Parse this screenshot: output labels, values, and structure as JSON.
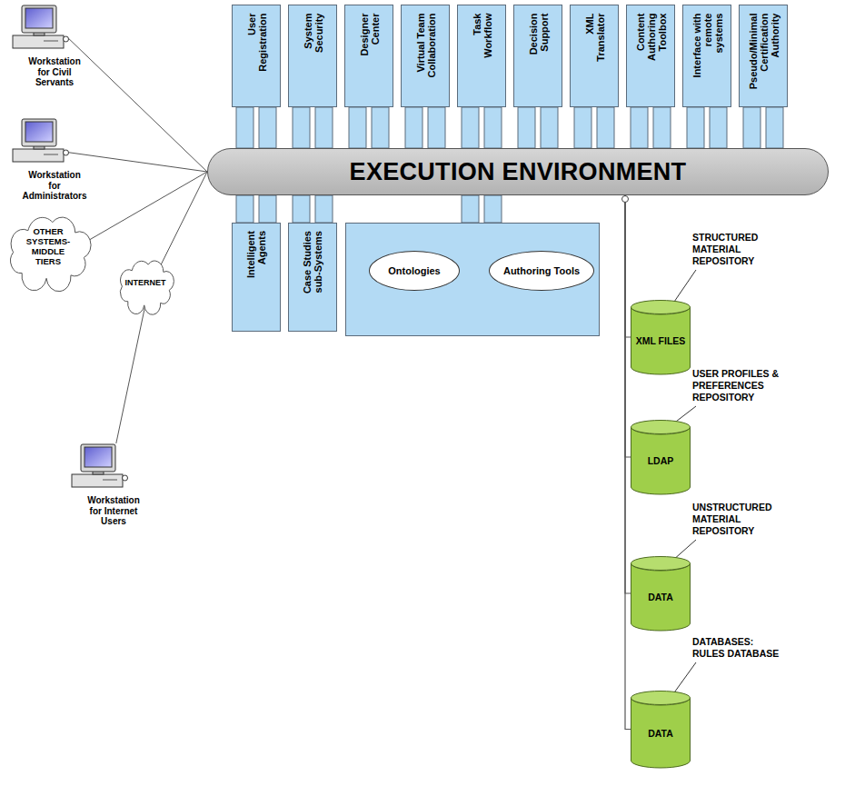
{
  "diagram": {
    "nodes": [
      {
        "text": [
          "User Registration"
        ]
      },
      {
        "text": [
          "System Security"
        ]
      },
      {
        "text": [
          "Designer Center"
        ]
      },
      {
        "text": [
          "Virtual Team Collaboration"
        ]
      },
      {
        "text": [
          "Task Workflow"
        ]
      },
      {
        "text": [
          "Decision Support"
        ]
      },
      {
        "text": [
          "XML Translator"
        ]
      },
      {
        "text": [
          "Content Authoring Toolbox"
        ]
      },
      {
        "text": [
          "Interface with remote systems"
        ]
      },
      {
        "text": [
          "Pseudo/Minimal Certification Authority"
        ]
      },
      {
        "text": [
          "EXECUTION ENVIRONMENT"
        ]
      },
      {
        "text": [
          "Workstation for Civil Servants"
        ]
      },
      {
        "text": [
          "Workstation for Administrators"
        ]
      },
      {
        "text": [
          "Intelligent Agents"
        ]
      },
      {
        "text": [
          "Case Studies sub-Systems"
        ]
      },
      {
        "text": []
      },
      {
        "text": [
          "Ontologies"
        ],
        "in": 15
      },
      {
        "text": [
          "Authoring Tools"
        ],
        "in": 15
      },
      {
        "text": [
          "OTHER SYSTEMS- MIDDLE TIERS"
        ]
      },
      {
        "text": [
          "INTERNET"
        ]
      },
      {
        "text": [
          "Workstation for Internet Users"
        ]
      },
      {
        "text": [
          "STRUCTURED MATERIAL REPOSITORY",
          "XML FILES"
        ]
      },
      {
        "text": [
          "USER PROFILES & PREFERENCES REPOSITORY",
          "LDAP"
        ]
      },
      {
        "text": [
          "UNSTRUCTURED MATERIAL REPOSITORY",
          "DATA"
        ]
      },
      {
        "text": [
          "DATABASES: RULES DATABASE",
          "DATA"
        ]
      }
    ],
    "edges": [
      {
        "from": 0,
        "to": 10,
        "arrow": "none"
      },
      {
        "from": 1,
        "to": 10,
        "arrow": "none"
      },
      {
        "from": 2,
        "to": 10,
        "arrow": "none"
      },
      {
        "from": 3,
        "to": 10,
        "arrow": "none"
      },
      {
        "from": 4,
        "to": 10,
        "arrow": "none"
      },
      {
        "from": 5,
        "to": 10,
        "arrow": "none"
      },
      {
        "from": 6,
        "to": 10,
        "arrow": "none"
      },
      {
        "from": 7,
        "to": 10,
        "arrow": "none"
      },
      {
        "from": 8,
        "to": 10,
        "arrow": "none"
      },
      {
        "from": 9,
        "to": 10,
        "arrow": "none"
      },
      {
        "from": 11,
        "to": 10,
        "arrow": "none"
      },
      {
        "from": 12,
        "to": 10,
        "arrow": "none"
      },
      {
        "from": 13,
        "to": 10,
        "arrow": "none"
      },
      {
        "from": 14,
        "to": 10,
        "arrow": "none"
      },
      {
        "from": 15,
        "to": 10,
        "arrow": "none"
      },
      {
        "from": 16,
        "to": 17,
        "arrow": "none"
      },
      {
        "from": 18,
        "to": 10,
        "arrow": "none"
      },
      {
        "from": 19,
        "to": 10,
        "arrow": "none"
      },
      {
        "from": 20,
        "to": 19,
        "arrow": "none"
      },
      {
        "from": 10,
        "to": 21,
        "arrow": "none"
      },
      {
        "from": 10,
        "to": 22,
        "arrow": "none"
      },
      {
        "from": 10,
        "to": 23,
        "arrow": "none"
      },
      {
        "from": 10,
        "to": 24,
        "arrow": "none"
      }
    ]
  }
}
